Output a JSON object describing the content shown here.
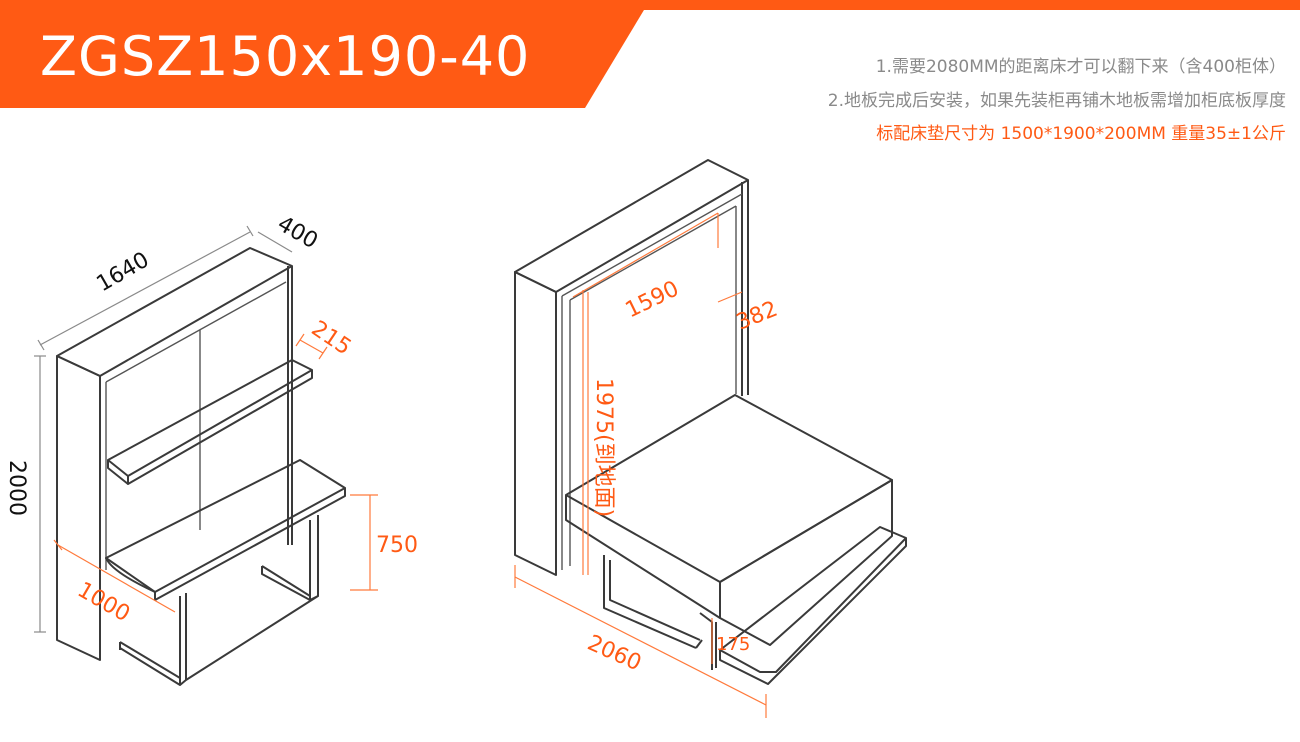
{
  "title": "ZGSZ150x190-40",
  "notes": {
    "line1": "1.需要2080MM的距离床才可以翻下来（含400柜体）",
    "line2": "2.地板完成后安装，如果先装柜再铺木地板需增加柜底板厚度",
    "line3": "标配床垫尺寸为 1500*1900*200MM 重量35±1公斤"
  },
  "colors": {
    "accent": "#ff5a14",
    "line": "#3a3a3a",
    "gray_text": "#8a8a8a"
  },
  "left_view": {
    "dim_width": "1640",
    "dim_depth": "400",
    "dim_height": "2000",
    "dim_shelf": "215",
    "dim_desk_height": "750",
    "dim_desk_depth": "1000"
  },
  "right_view": {
    "dim_inner_width": "1590",
    "dim_side": "382",
    "dim_inner_height": "1975(到地面)",
    "dim_open_length": "2060",
    "dim_bed_height": "175"
  }
}
